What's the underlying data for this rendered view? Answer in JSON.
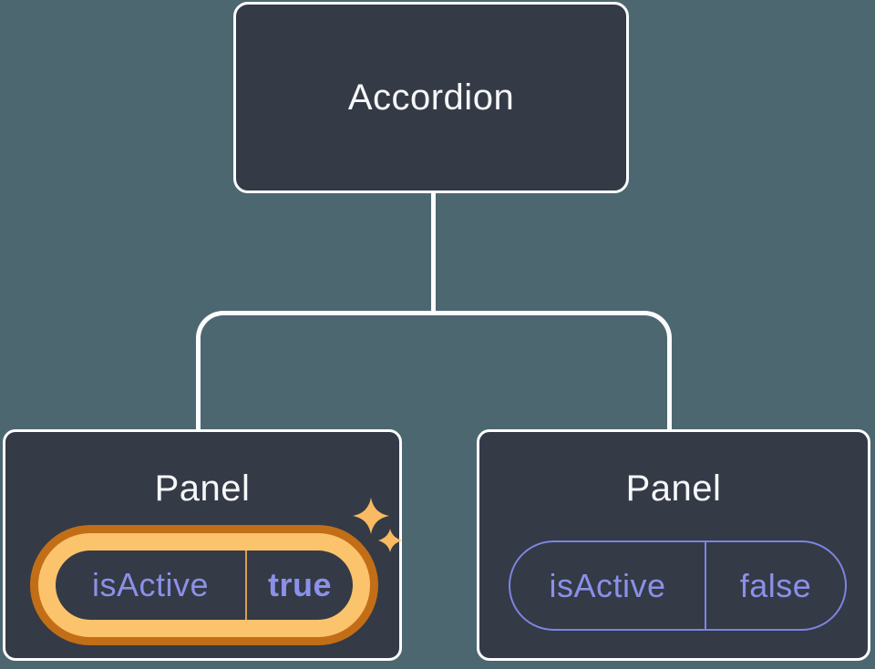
{
  "diagram": {
    "description": "Component tree showing an Accordion parent with two Panel children and their isActive props",
    "root": {
      "label": "Accordion"
    },
    "panels": [
      {
        "label": "Panel",
        "prop_name": "isActive",
        "prop_value": "true",
        "state": "active",
        "decoration": "sparkles-icon"
      },
      {
        "label": "Panel",
        "prop_name": "isActive",
        "prop_value": "false",
        "state": "inactive",
        "decoration": null
      }
    ]
  },
  "colors": {
    "background": "#4D6770",
    "node_fill": "#343A46",
    "node_border": "#FCFDFF",
    "text_primary": "#F6F7F9",
    "prop_purple": "#8B90E8",
    "prop_purple_dim": "#7D84E2",
    "highlight_outer": "#C26E17",
    "highlight_inner": "#FBC36B",
    "highlight_divider": "#D8A055",
    "sparkle": "#F8BA62"
  }
}
